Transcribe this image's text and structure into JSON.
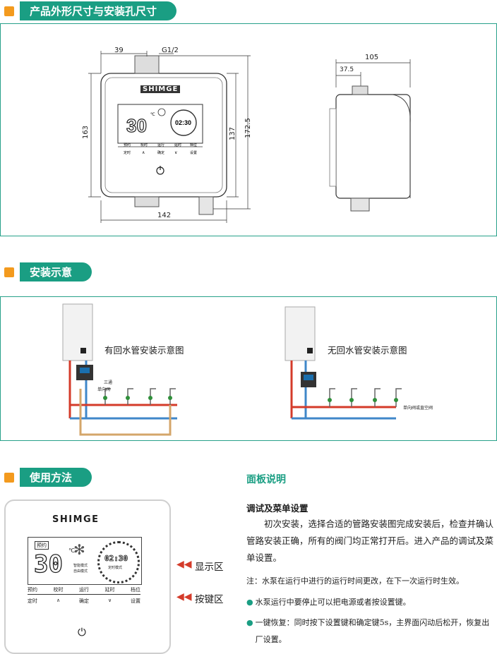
{
  "sections": {
    "dimensions": "产品外形尺寸与安装孔尺寸",
    "install": "安装示意",
    "usage": "使用方法"
  },
  "dims": {
    "d39": "39",
    "g12": "G1/2",
    "d163": "163",
    "d137": "137",
    "d1725": "172.5",
    "d142": "142",
    "d105": "105",
    "d375": "37.5"
  },
  "device": {
    "brand": "SHIMGE",
    "temp": "30",
    "unit": "℃",
    "clock": "02:30",
    "mode_text": "定时模式",
    "mid_text1": "智能模式",
    "mid_text2": "自由模式",
    "small_label": "预约",
    "keys_top": [
      "预约",
      "校时",
      "运行",
      "延时",
      "档位"
    ],
    "keys_bottom": [
      "定时",
      "∧",
      "确定",
      "∨",
      "设置"
    ],
    "power": "⏻"
  },
  "install": {
    "with_return": "有回水管安装示意图",
    "no_return": "无回水管安装示意图",
    "label_mix": "三通",
    "label_return": "单向阀",
    "label_no_return": "单向阀或直空阀"
  },
  "usage": {
    "display_zone": "显示区",
    "key_zone": "按键区",
    "panel_title": "面板说明",
    "subtitle": "调试及菜单设置",
    "para": "初次安装，选择合适的管路安装图完成安装后，检查并确认管路安装正确，所有的阀门均正常打开后。进入产品的调试及菜单设置。",
    "note": "注：水泵在运行中进行的运行时间更改，在下一次运行时生效。",
    "b1": "水泵运行中要停止可以把电源或者按设置键。",
    "b2": "一键恢复：同时按下设置键和确定键5s，主界面闪动后松开，恢复出厂设置。"
  },
  "colors": {
    "accent": "#1a9e83",
    "orange": "#f39a1e",
    "red": "#d43b2a",
    "blue": "#3f87c9",
    "tan": "#d4a66a"
  }
}
